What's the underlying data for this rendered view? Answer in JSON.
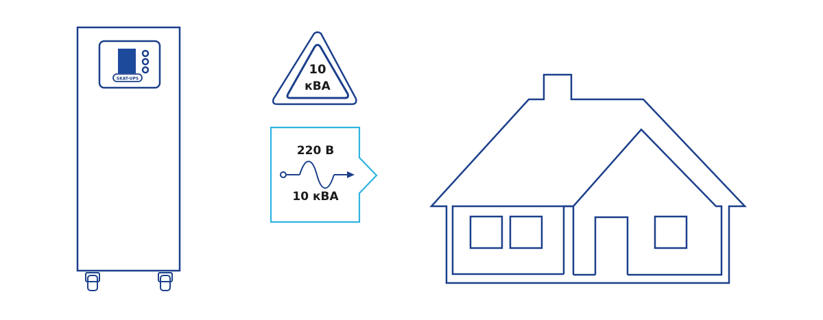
{
  "ups": {
    "brand_label": "SKAT-UPS"
  },
  "power_badge": {
    "value": "10",
    "unit": "кВА"
  },
  "output_info": {
    "voltage": "220 В",
    "power": "10 кВА"
  },
  "colors": {
    "navy": "#1b3f8b",
    "screen": "#1e4a9c",
    "cyan": "#2fb3e0",
    "text": "#1a1a1a"
  }
}
